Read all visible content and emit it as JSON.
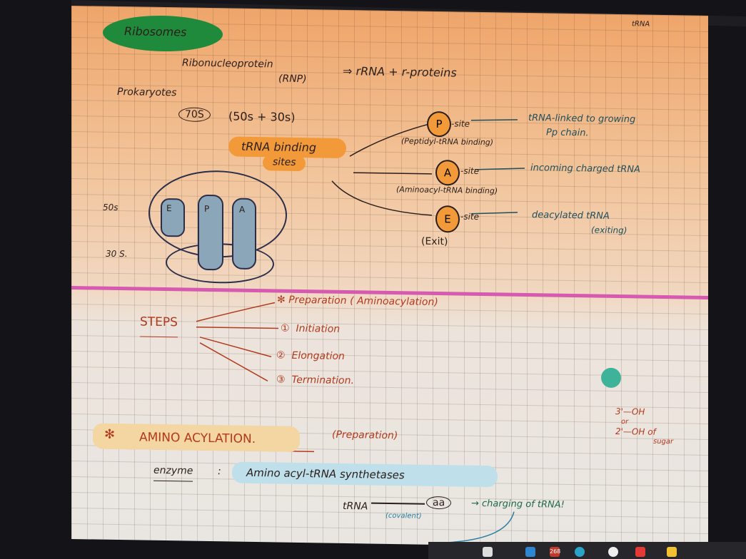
{
  "notes": {
    "title": "Ribosomes",
    "rnp": "Ribonucleoprotein",
    "rnp_abbr": "(RNP)",
    "rnp_composition": "⇒ rRNA + r-proteins",
    "prokaryotes": "Prokaryotes",
    "s70": "70S",
    "s70_parts": "(50s + 30s)",
    "binding_sites": "tRNA binding",
    "binding_sites2": "sites",
    "label_50s": "50s",
    "label_30s": "30 S.",
    "ribo_e": "E",
    "ribo_p": "P",
    "ribo_a": "A",
    "sites": [
      {
        "letter": "P",
        "suffix": "-site",
        "desc": "(Peptidyl-tRNA binding)",
        "note": "tRNA-linked to growing",
        "note2": "Pp chain."
      },
      {
        "letter": "A",
        "suffix": "-site",
        "desc": "(Aminoacyl-tRNA binding)",
        "note": "incoming charged tRNA",
        "note2": ""
      },
      {
        "letter": "E",
        "suffix": "-site",
        "desc": "(Exit)",
        "note": "deacylated tRNA",
        "note2": "(exiting)"
      }
    ],
    "steps_label": "STEPS",
    "steps": [
      {
        "marker": "✻",
        "label": "Preparation ( Aminoacylation)"
      },
      {
        "marker": "①",
        "label": "Initiation"
      },
      {
        "marker": "②",
        "label": "Elongation"
      },
      {
        "marker": "③",
        "label": "Termination."
      }
    ],
    "side_note1": "3'—OH",
    "side_note_or": "or",
    "side_note2": "2'—OH of",
    "side_note3": "sugar",
    "aminoacylation_marker": "✻",
    "aminoacylation": "AMINO ACYLATION.",
    "aminoacylation_sub": "(Preparation)",
    "enzyme_label": "enzyme",
    "enzyme_colon": ":",
    "enzyme": "Amino acyl-tRNA synthetases",
    "trna": "tRNA",
    "aa": "aa",
    "covalent": "(covalent)",
    "charging": "→ charging of tRNA!",
    "corner": "tRNA"
  },
  "colors": {
    "highlight_orange": "#f29a3a",
    "highlight_green": "#1f8a3c",
    "divider_pink": "#d65ab0",
    "ink_red": "#b23a1d",
    "ink_teal": "#1f4f5c",
    "highlight_blue": "#bfe0ea",
    "teal_dot": "#3fb39a"
  },
  "taskbar": {
    "badge": "268"
  }
}
